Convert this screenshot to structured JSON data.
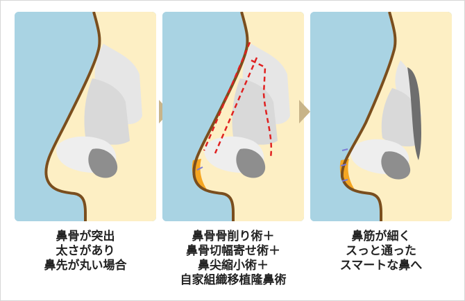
{
  "colors": {
    "sky": "#a9d3e3",
    "skin": "#fdefc4",
    "outline": "#7a4e1e",
    "bone": "#e6e6e6",
    "bone_dark": "#c9c9c9",
    "cartilage": "#d9d9d9",
    "nostril": "#8e8e8e",
    "graft": "#f5a623",
    "cut_line": "#e02020",
    "stitch": "#7a7ad6",
    "arrow": "#c8b489",
    "caption_text": "#222222"
  },
  "captions": {
    "before": [
      "鼻骨が突出",
      "太さがあり",
      "鼻先が丸い場合"
    ],
    "procedure": [
      "鼻骨骨削り術＋",
      "鼻骨切幅寄せ術＋",
      "鼻尖縮小術＋",
      "自家組織移植隆鼻術"
    ],
    "after": [
      "鼻筋が細く",
      "スっと通った",
      "スマートな鼻へ"
    ]
  }
}
